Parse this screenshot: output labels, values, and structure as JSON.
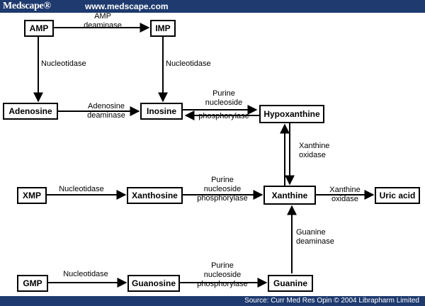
{
  "header": {
    "logo": "Medscape®",
    "url": "www.medscape.com"
  },
  "footer": {
    "source": "Source: Curr Med Res Opin © 2004 Librapharm Limited"
  },
  "nodes": {
    "amp": "AMP",
    "imp": "IMP",
    "adenosine": "Adenosine",
    "inosine": "Inosine",
    "hypoxanthine": "Hypoxanthine",
    "xmp": "XMP",
    "xanthosine": "Xanthosine",
    "xanthine": "Xanthine",
    "uric_acid": "Uric acid",
    "gmp": "GMP",
    "guanosine": "Guanosine",
    "guanine": "Guanine"
  },
  "edge_labels": {
    "amp_imp": [
      "AMP",
      "deaminase"
    ],
    "amp_adenosine": [
      "Nucleotidase"
    ],
    "imp_inosine": [
      "Nucleotidase"
    ],
    "adenosine_inosine": [
      "Adenosine",
      "deaminase"
    ],
    "inosine_hypoxanthine": [
      "Purine",
      "nucleoside",
      "phosphorylase"
    ],
    "hypoxanthine_xanthine": [
      "Xanthine",
      "oxidase"
    ],
    "xmp_xanthosine": [
      "Nucleotidase"
    ],
    "xanthosine_xanthine": [
      "Purine",
      "nucleoside",
      "phosphorylase"
    ],
    "xanthine_uric": [
      "Xanthine",
      "oxidase"
    ],
    "guanine_xanthine": [
      "Guanine",
      "deaminase"
    ],
    "gmp_guanosine": [
      "Nucleotidase"
    ],
    "guanosine_guanine": [
      "Purine",
      "nucleoside",
      "phosphorylase"
    ]
  }
}
